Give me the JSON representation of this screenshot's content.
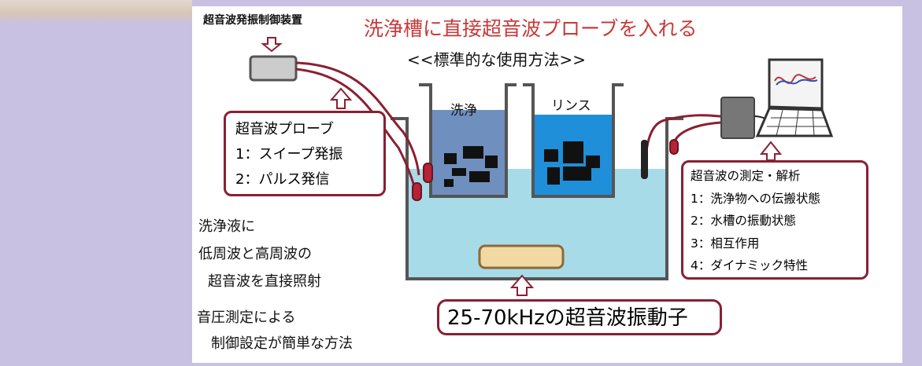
{
  "controller_label": "超音波発振制御装置",
  "title": "洗浄槽に直接超音波プローブを入れる",
  "subtitle": "<<標準的な使用方法>>",
  "tank_wash_label": "洗浄",
  "tank_rinse_label": "リンス",
  "probe_box": {
    "title": "超音波プローブ",
    "items": [
      "1：スイープ発振",
      "2：パルス発信"
    ]
  },
  "measure_box": {
    "title": "超音波の測定・解析",
    "items": [
      "1：洗浄物への伝搬状態",
      "2：水槽の振動状態",
      "3：相互作用",
      "4：ダイナミック特性"
    ]
  },
  "left_text_1": [
    "洗浄液に",
    "低周波と高周波の",
    "超音波を直接照射"
  ],
  "left_text_2": [
    "音圧測定による",
    "制御設定が簡単な方法"
  ],
  "transducer_label": "25-70kHzの超音波振動子",
  "colors": {
    "border_red": "#8b1f32",
    "title_red": "#c83a3a",
    "water": "#a8dbe8",
    "rinse_water": "#1e8fd8",
    "wash_water": "#6f8fbf"
  }
}
